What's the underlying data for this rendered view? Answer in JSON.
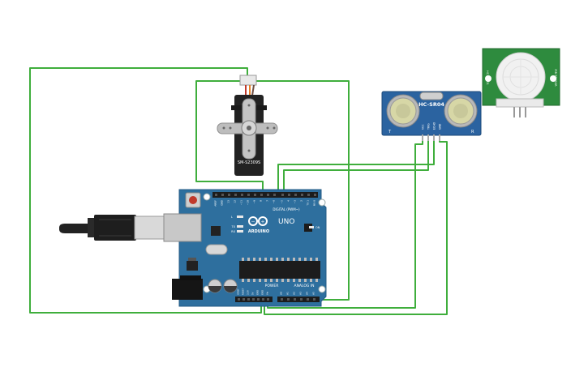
{
  "canvas": {
    "background": "#ffffff"
  },
  "colors": {
    "wire": "#3fae3c",
    "board": "#2e6f9e",
    "board_edge": "#245b85",
    "sensor_board": "#2b63a0",
    "pir_board": "#2e8b3e",
    "servo_body": "#222222",
    "servo_horn": "#bdbdbd",
    "header": "#1c1c1c",
    "chip": "#1c1c1c"
  },
  "icons": {
    "usb_cable": "usb-cable-icon",
    "reset_button": "reset-button-icon",
    "arduino_logo": "infinity-logo-icon"
  },
  "arduino": {
    "brand": "ARDUINO",
    "model": "UNO",
    "digital_label": "DIGITAL (PWM~)",
    "power_label": "POWER",
    "analog_label": "ANALOG IN",
    "on_label": "ON",
    "led_l": "L",
    "led_tx": "TX",
    "led_rx": "RX",
    "digital_pins": [
      "AREF",
      "GND",
      "13",
      "12",
      "~11",
      "~10",
      "~9",
      "8",
      "7",
      "~6",
      "~5",
      "4",
      "~3",
      "2",
      "TX 1",
      "RX 0"
    ],
    "power_pins": [
      "IOREF",
      "RESET",
      "3.3V",
      "5V",
      "GND",
      "GND",
      "Vin"
    ],
    "analog_pins": [
      "A0",
      "A1",
      "A2",
      "A3",
      "A4",
      "A5"
    ]
  },
  "servo": {
    "label": "SM-S2309S"
  },
  "ultrasonic": {
    "label": "HC-SR04",
    "pins": [
      "VCC",
      "TRIG",
      "ECHO",
      "GND"
    ],
    "t_label": "T",
    "r_label": "R"
  },
  "pir": {
    "left_label": "HC-SR501",
    "right_label": "PIR SENSOR"
  }
}
